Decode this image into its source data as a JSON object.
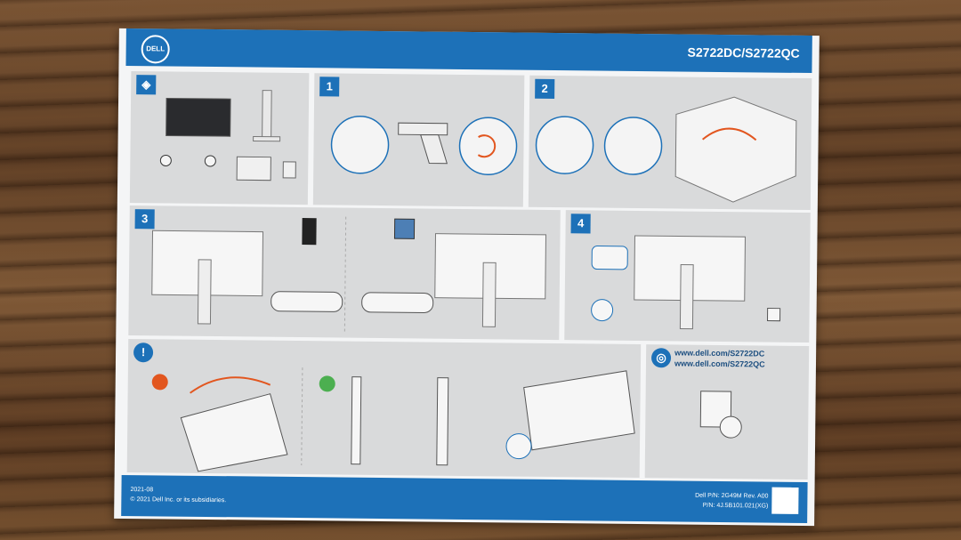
{
  "header": {
    "brand": "DELL",
    "model": "S2722DC/S2722QC"
  },
  "steps": [
    "1",
    "2",
    "3",
    "4"
  ],
  "links": [
    "www.dell.com/S2722DC",
    "www.dell.com/S2722QC"
  ],
  "footer": {
    "date": "2021-08",
    "copyright": "© 2021 Dell Inc. or its subsidiaries.",
    "part_number": "Dell P/N: 2G49M Rev. A00",
    "print_number": "P/N: 4J.5B101.021(XG)"
  },
  "colors": {
    "brand_blue": "#1d71b8",
    "accent_orange": "#e2561f",
    "ok_green": "#4caf50"
  }
}
